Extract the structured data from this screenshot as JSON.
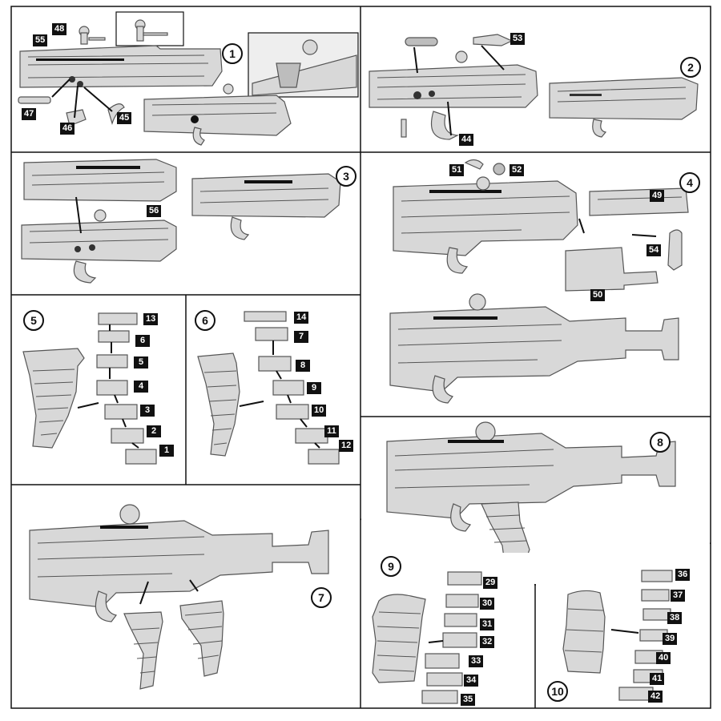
{
  "steps": [
    "1",
    "2",
    "3",
    "4",
    "5",
    "6",
    "7",
    "8",
    "9",
    "10"
  ],
  "parts": {
    "p1": [
      "48",
      "55",
      "47",
      "46",
      "45"
    ],
    "p2": [
      "53",
      "44"
    ],
    "p3": [
      "56"
    ],
    "p4": [
      "51",
      "52",
      "49",
      "54",
      "50"
    ],
    "p5": [
      "13",
      "6",
      "5",
      "4",
      "3",
      "2",
      "1"
    ],
    "p6": [
      "14",
      "7",
      "8",
      "9",
      "10",
      "11",
      "12"
    ],
    "p9": [
      "29",
      "30",
      "31",
      "32",
      "33",
      "34",
      "35"
    ],
    "p10": [
      "36",
      "37",
      "38",
      "39",
      "40",
      "41",
      "42"
    ]
  }
}
